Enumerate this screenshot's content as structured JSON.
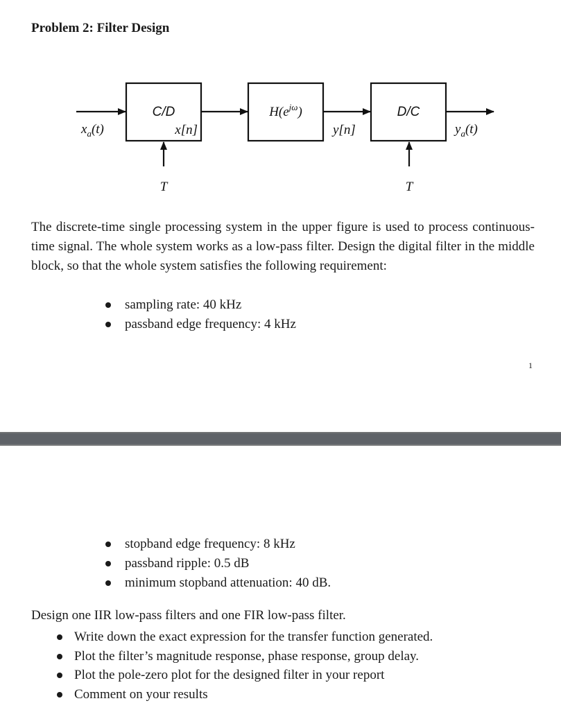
{
  "document": {
    "title": "Problem 2: Filter Design",
    "diagram": {
      "blocks": {
        "cd": "C/D",
        "h": "H(e",
        "h_sup": "jω",
        "h_close": ")",
        "dc": "D/C"
      },
      "signals": {
        "xa": "x",
        "xa_sub": "a",
        "xa_arg": "(t)",
        "xn": "x[n]",
        "yn": "y[n]",
        "ya": "y",
        "ya_sub": "a",
        "ya_arg": "(t)"
      },
      "period_left": "T",
      "period_right": "T"
    },
    "paragraph": "The discrete-time single processing system in the upper figure is used to process continuous-time signal. The whole system works as a low-pass filter. Design the digital filter in the middle block, so that the whole system satisfies the following requirement:",
    "requirements_page1": [
      "sampling rate: 40 kHz",
      "passband edge frequency: 4 kHz"
    ],
    "page_number": "1",
    "requirements_page2": [
      "stopband edge frequency: 8 kHz",
      "passband ripple: 0.5 dB",
      "minimum stopband attenuation: 40 dB."
    ],
    "design_intro": "Design one IIR low-pass filters and one FIR low-pass filter.",
    "tasks": [
      "Write down the exact expression for the transfer function generated.",
      "Plot the filter’s magnitude response, phase response, group delay.",
      "Plot the pole-zero plot for the designed filter in your report",
      "Comment on your results"
    ]
  }
}
